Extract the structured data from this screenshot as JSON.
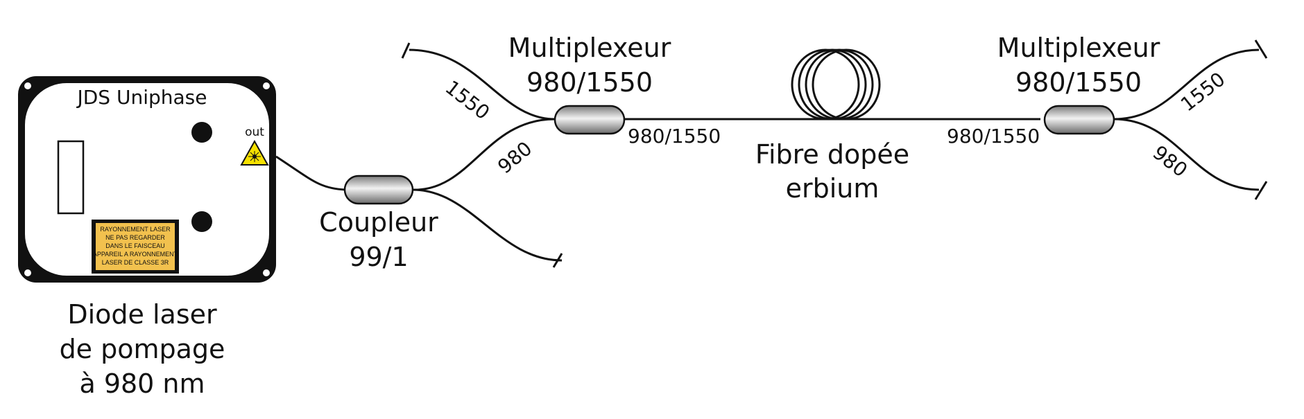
{
  "laser": {
    "brand": "JDS Uniphase",
    "out_label": "out",
    "warning_lines": [
      "RAYONNEMENT LASER",
      "NE PAS REGARDER",
      "DANS LE FAISCEAU",
      "APPAREIL A RAYONNEMENT",
      "LASER DE CLASSE 3R"
    ],
    "caption_lines": [
      "Diode laser",
      "de pompage",
      "à 980 nm"
    ]
  },
  "coupler": {
    "caption_lines": [
      "Coupleur",
      "99/1"
    ]
  },
  "mux_left": {
    "title_lines": [
      "Multiplexeur",
      "980/1550"
    ],
    "port_a": "1550",
    "port_b": "980",
    "port_common": "980/1550"
  },
  "fiber": {
    "caption_lines": [
      "Fibre dopée",
      "erbium"
    ]
  },
  "mux_right": {
    "title_lines": [
      "Multiplexeur",
      "980/1550"
    ],
    "port_common": "980/1550",
    "port_a": "1550",
    "port_b": "980"
  },
  "colors": {
    "line": "#111111",
    "warning_fill": "#f2c14e",
    "laser_symbol": "#f5e000"
  }
}
